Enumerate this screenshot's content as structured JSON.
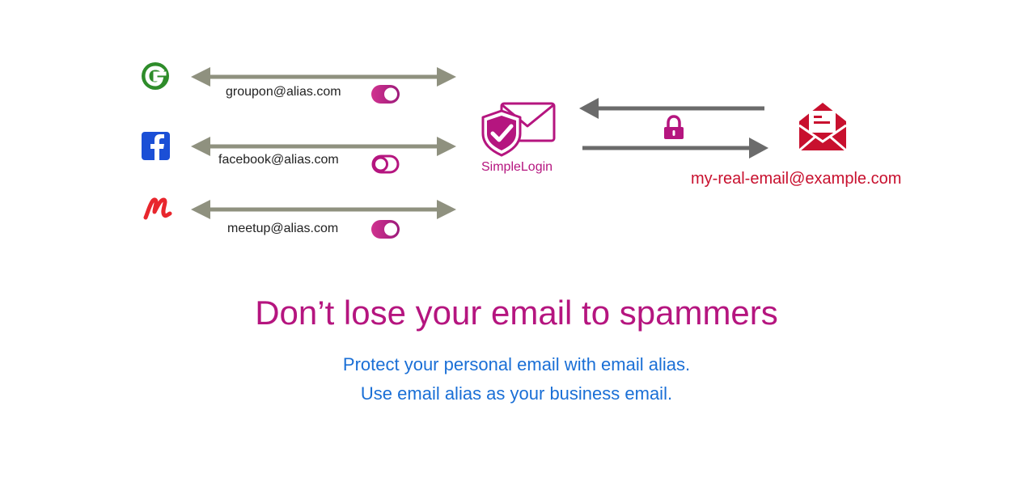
{
  "services": [
    {
      "icon": "groupon-icon",
      "alias": "groupon@alias.com",
      "enabled": true
    },
    {
      "icon": "facebook-icon",
      "alias": "facebook@alias.com",
      "enabled": false
    },
    {
      "icon": "meetup-icon",
      "alias": "meetup@alias.com",
      "enabled": true
    }
  ],
  "hub": {
    "name": "SimpleLogin",
    "icon": "simplelogin-shield-envelope-icon"
  },
  "destination": {
    "email": "my-real-email@example.com",
    "icon": "open-envelope-icon",
    "lock_icon": "padlock-icon"
  },
  "headline": "Don’t lose your email to spammers",
  "sublines": [
    "Protect your personal email with email alias.",
    "Use email alias as your business email."
  ],
  "colors": {
    "brand": "#b5157f",
    "real_email": "#c8102e",
    "subtext": "#1a6fd6",
    "arrow_gray": "#8f917f",
    "arrow_dark": "#6b6b6b"
  }
}
